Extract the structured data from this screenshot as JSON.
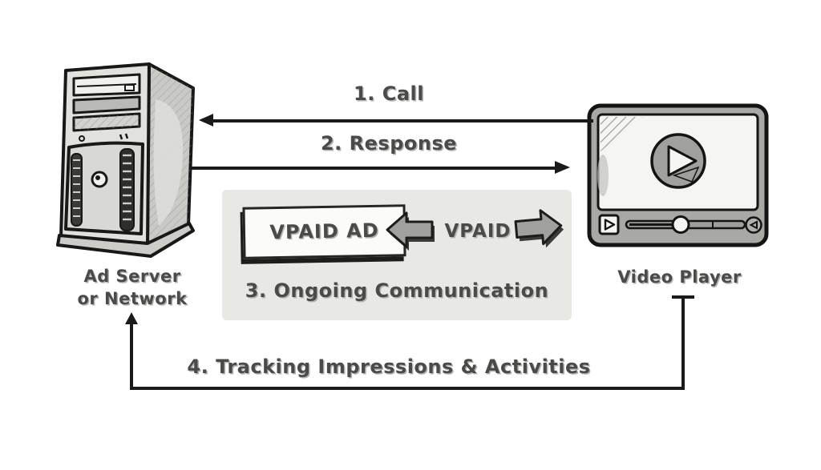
{
  "nodes": {
    "ad_server": {
      "line1": "Ad Server",
      "line2": "or Network"
    },
    "video_player": {
      "label": "Video Player"
    }
  },
  "flows": {
    "call": {
      "label": "1. Call",
      "direction": "player-to-server"
    },
    "response": {
      "label": "2. Response",
      "direction": "server-to-player"
    },
    "ongoing": {
      "label": "3. Ongoing Communication",
      "box_label": "VPAID AD",
      "channel_label": "VPAID"
    },
    "tracking": {
      "label": "4. Tracking Impressions & Activities",
      "direction": "player-to-server"
    }
  },
  "icons": {
    "server_tower": "server-tower-illustration",
    "video_player": "video-player-illustration",
    "play_button": "play-icon",
    "volume": "volume-icon",
    "block_arrow_left": "block-arrow-left-icon",
    "block_arrow_right": "block-arrow-right-icon"
  },
  "colors": {
    "background": "#ffffff",
    "panel": "#e8e8e5",
    "line": "#1a1a1a",
    "text": "#4a4a48",
    "shape_fill": "#a0a09d"
  }
}
